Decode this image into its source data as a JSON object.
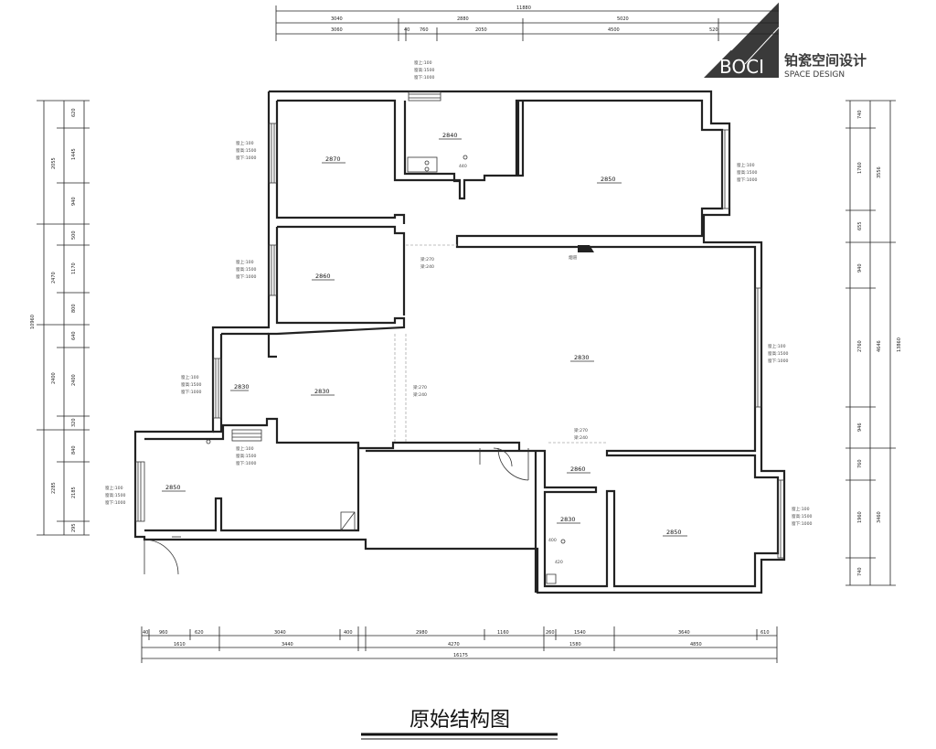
{
  "title": "原始结构图",
  "logo": {
    "brand": "BOCI",
    "cn": "铂瓷空间设计",
    "en": "SPACE DESIGN"
  },
  "top_dims": {
    "total": "11880",
    "row1": [
      "3040",
      "2880",
      "5020"
    ],
    "row2": [
      "3060",
      "40",
      "760",
      "2050",
      "4500",
      "520"
    ]
  },
  "bottom_dims": {
    "row1": [
      "40",
      "960",
      "620",
      "3040",
      "400",
      "2980",
      "1160",
      "260",
      "1540",
      "3640",
      "610"
    ],
    "row2": [
      "1610",
      "3440",
      "4270",
      "1580",
      "4850"
    ],
    "total": "16175"
  },
  "left_dims": {
    "total": "10960",
    "row1": [
      "2055",
      "2470",
      "2400",
      "2285"
    ],
    "row2": [
      "620",
      "1445",
      "940",
      "500",
      "1170",
      "800",
      "640",
      "2400",
      "320",
      "840",
      "2185",
      "295"
    ]
  },
  "right_dims": {
    "total": "13860",
    "row1": [
      "3556",
      "4646",
      "3460"
    ],
    "row2": [
      "740",
      "1760",
      "655",
      "940",
      "2760",
      "946",
      "760",
      "1960",
      "740"
    ]
  },
  "rooms": [
    {
      "id": "r1",
      "label": "2870"
    },
    {
      "id": "r2",
      "label": "2840"
    },
    {
      "id": "r3",
      "label": "2850"
    },
    {
      "id": "r4",
      "label": "2860"
    },
    {
      "id": "r5",
      "label": "2830"
    },
    {
      "id": "r6",
      "label": "2830"
    },
    {
      "id": "r7",
      "label": "2830"
    },
    {
      "id": "r8",
      "label": "2850"
    },
    {
      "id": "r9",
      "label": "2860"
    },
    {
      "id": "r10",
      "label": "2830"
    },
    {
      "id": "r11",
      "label": "2850"
    }
  ],
  "window_note": [
    "窗上:100",
    "窗高:1500",
    "窗下:1000"
  ],
  "beam_note": [
    "梁:270",
    "梁:240"
  ],
  "misc": {
    "kitchen_note": "烟道",
    "small_400": "400",
    "small_420": "420",
    "small_440": "440"
  }
}
